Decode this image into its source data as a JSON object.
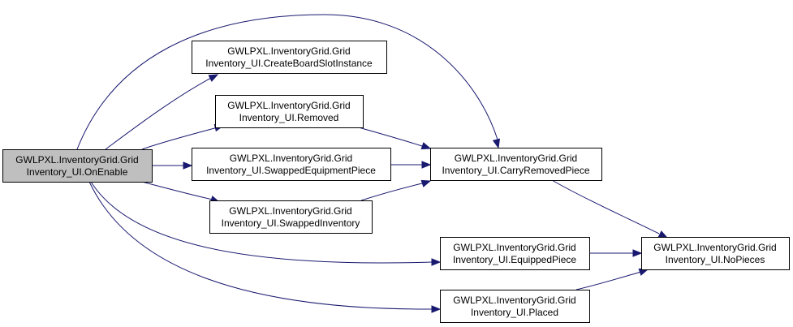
{
  "colors": {
    "edge": "#191970",
    "node_fill": "#ffffff",
    "root_fill": "#bfbfbf",
    "border": "#000000"
  },
  "nodes": [
    {
      "id": "onenable",
      "line1": "GWLPXL.InventoryGrid.Grid",
      "line2": "Inventory_UI.OnEnable",
      "highlighted": true
    },
    {
      "id": "createboardslot",
      "line1": "GWLPXL.InventoryGrid.Grid",
      "line2": "Inventory_UI.CreateBoardSlotInstance",
      "highlighted": false
    },
    {
      "id": "removed",
      "line1": "GWLPXL.InventoryGrid.Grid",
      "line2": "Inventory_UI.Removed",
      "highlighted": false
    },
    {
      "id": "swappedequip",
      "line1": "GWLPXL.InventoryGrid.Grid",
      "line2": "Inventory_UI.SwappedEquipmentPiece",
      "highlighted": false
    },
    {
      "id": "swappedinv",
      "line1": "GWLPXL.InventoryGrid.Grid",
      "line2": "Inventory_UI.SwappedInventory",
      "highlighted": false
    },
    {
      "id": "carryremoved",
      "line1": "GWLPXL.InventoryGrid.Grid",
      "line2": "Inventory_UI.CarryRemovedPiece",
      "highlighted": false
    },
    {
      "id": "equipped",
      "line1": "GWLPXL.InventoryGrid.Grid",
      "line2": "Inventory_UI.EquippedPiece",
      "highlighted": false
    },
    {
      "id": "placed",
      "line1": "GWLPXL.InventoryGrid.Grid",
      "line2": "Inventory_UI.Placed",
      "highlighted": false
    },
    {
      "id": "nopieces",
      "line1": "GWLPXL.InventoryGrid.Grid",
      "line2": "Inventory_UI.NoPieces",
      "highlighted": false
    }
  ],
  "edges": [
    {
      "from": "onenable",
      "to": "createboardslot"
    },
    {
      "from": "onenable",
      "to": "carryremoved"
    },
    {
      "from": "onenable",
      "to": "removed"
    },
    {
      "from": "onenable",
      "to": "swappedequip"
    },
    {
      "from": "onenable",
      "to": "swappedinv"
    },
    {
      "from": "onenable",
      "to": "equipped"
    },
    {
      "from": "onenable",
      "to": "placed"
    },
    {
      "from": "removed",
      "to": "carryremoved"
    },
    {
      "from": "swappedequip",
      "to": "carryremoved"
    },
    {
      "from": "swappedinv",
      "to": "carryremoved"
    },
    {
      "from": "carryremoved",
      "to": "nopieces"
    },
    {
      "from": "equipped",
      "to": "nopieces"
    },
    {
      "from": "placed",
      "to": "nopieces"
    }
  ]
}
